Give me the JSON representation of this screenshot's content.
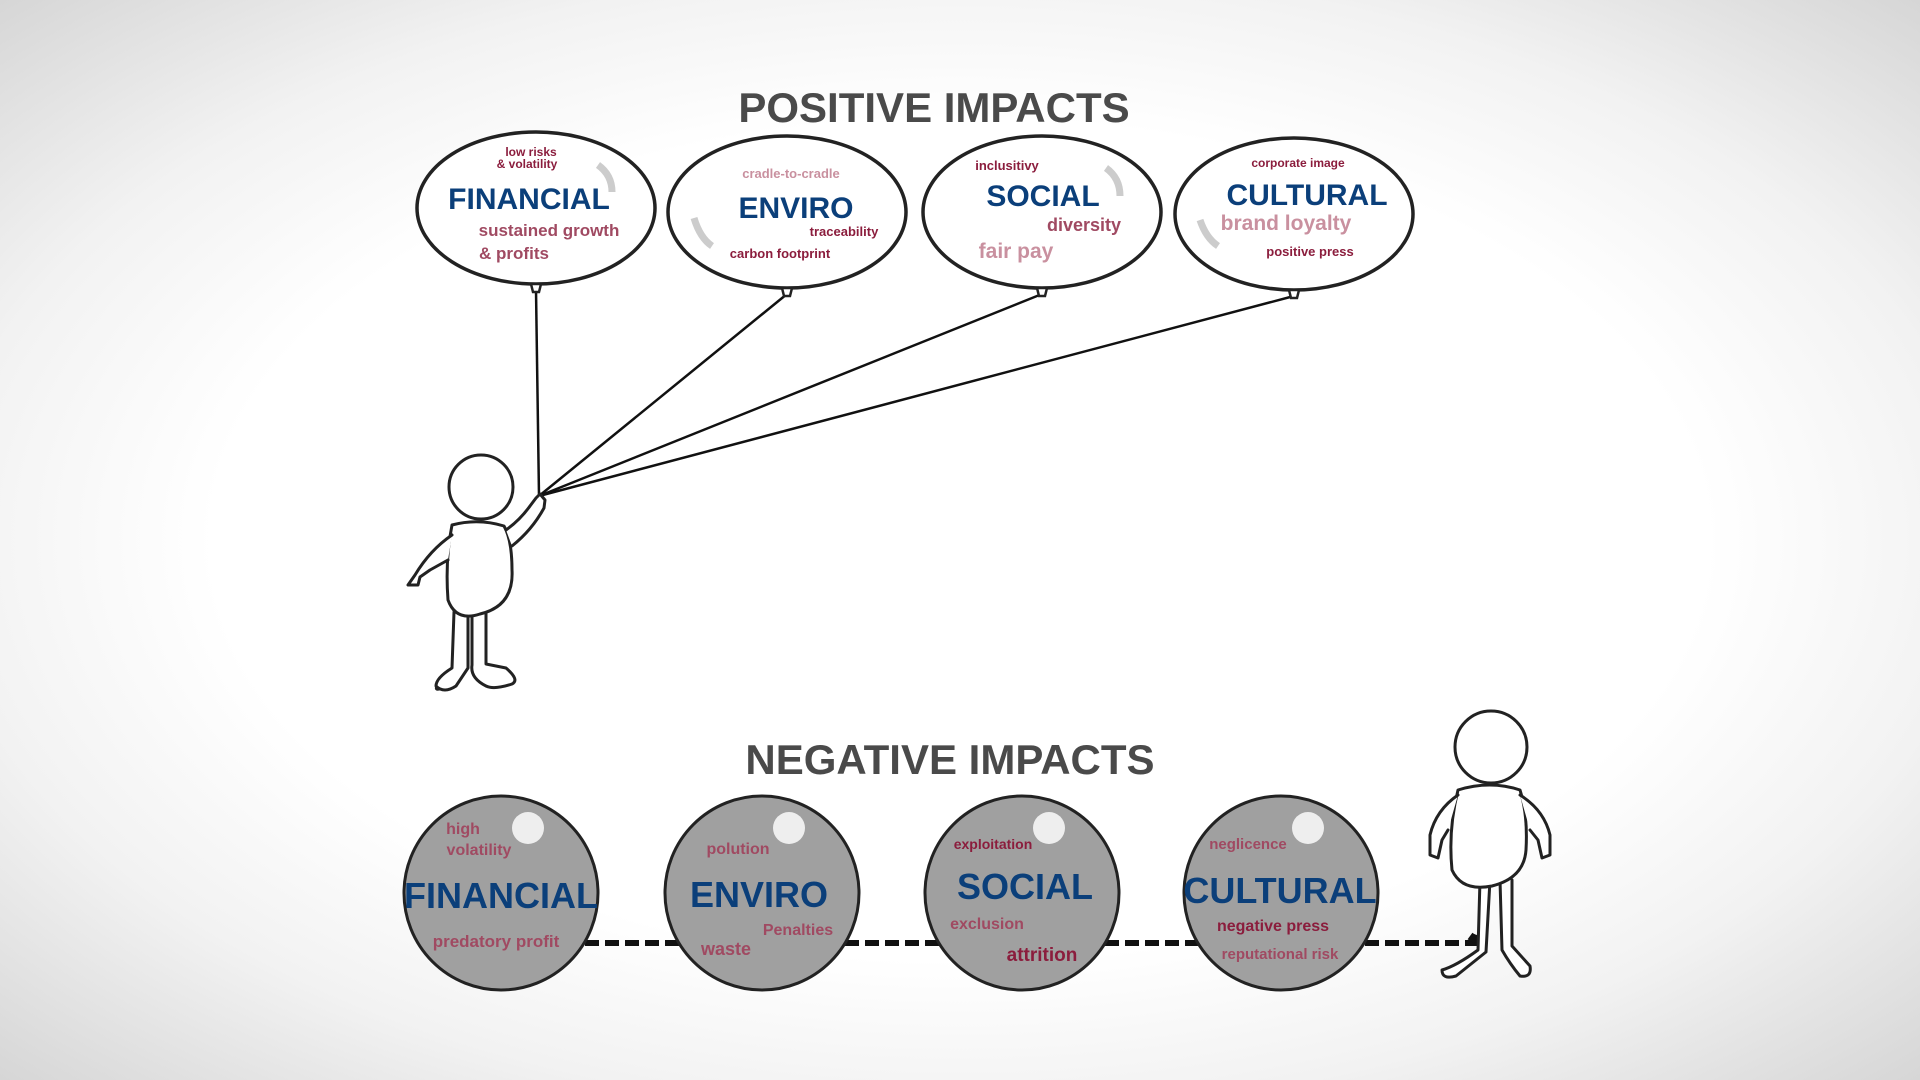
{
  "positive": {
    "title": "POSITIVE IMPACTS",
    "financial": {
      "label": "FINANCIAL",
      "t1": "low risks",
      "t2": "& volatility",
      "t3": "sustained growth",
      "t4": "& profits"
    },
    "enviro": {
      "label": "ENVIRO",
      "t1": "cradle-to-cradle",
      "t2": "traceability",
      "t3": "carbon footprint"
    },
    "social": {
      "label": "SOCIAL",
      "t1": "inclusitivy",
      "t2": "diversity",
      "t3": "fair pay"
    },
    "cultural": {
      "label": "CULTURAL",
      "t1": "corporate image",
      "t2": "brand loyalty",
      "t3": "positive press"
    }
  },
  "negative": {
    "title": "NEGATIVE IMPACTS",
    "financial": {
      "label": "FINANCIAL",
      "t1": "high",
      "t2": "volatility",
      "t3": "predatory profit"
    },
    "enviro": {
      "label": "ENVIRO",
      "t1": "polution",
      "t2": "Penalties",
      "t3": "waste"
    },
    "social": {
      "label": "SOCIAL",
      "t1": "exploitation",
      "t2": "exclusion",
      "t3": "attrition"
    },
    "cultural": {
      "label": "CULTURAL",
      "t1": "neglicence",
      "t2": "negative press",
      "t3": "reputational risk"
    }
  },
  "colors": {
    "blue": "#0b3f7a",
    "dark_red": "#8b1d3d",
    "ball": "#a0a0a0"
  }
}
